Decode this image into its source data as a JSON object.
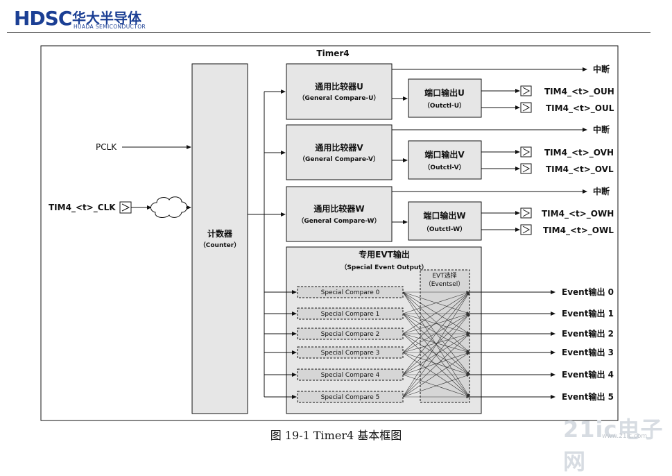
{
  "logo": {
    "brand": "HDSC",
    "cn": "华大半导体",
    "en": "HUADA SEMICONDUCTOR"
  },
  "diagram": {
    "title": "Timer4",
    "pclk": "PCLK",
    "clk_in": "TIM4_<t>_CLK",
    "counter": {
      "cn": "计数器",
      "en": "（Counter）"
    },
    "compares": [
      {
        "cn": "通用比较器U",
        "en": "（General Compare-U）",
        "port_cn": "端口输出U",
        "port_en": "（Outctl-U）",
        "irq": "中断",
        "out_h": "TIM4_<t>_OUH",
        "out_l": "TIM4_<t>_OUL"
      },
      {
        "cn": "通用比较器V",
        "en": "（General Compare-V）",
        "port_cn": "端口输出V",
        "port_en": "（Outctl-V）",
        "irq": "中断",
        "out_h": "TIM4_<t>_OVH",
        "out_l": "TIM4_<t>_OVL"
      },
      {
        "cn": "通用比较器W",
        "en": "（General Compare-W）",
        "port_cn": "端口输出W",
        "port_en": "（Outctl-W）",
        "irq": "中断",
        "out_h": "TIM4_<t>_OWH",
        "out_l": "TIM4_<t>_OWL"
      }
    ],
    "evt": {
      "cn": "专用EVT输出",
      "en": "（Special Event Output）",
      "sel_cn": "EVT选择",
      "sel_en": "（Eventsel）",
      "specials": [
        "Special Compare 0",
        "Special Compare 1",
        "Special Compare 2",
        "Special Compare 3",
        "Special Compare 4",
        "Special Compare 5"
      ],
      "outputs": [
        "Event输出 0",
        "Event输出 1",
        "Event输出 2",
        "Event输出 3",
        "Event输出 4",
        "Event输出 5"
      ]
    }
  },
  "caption": "图  19-1    Timer4 基本框图",
  "watermark": {
    "text": "21ic电子网",
    "url": "www.21ic.com"
  }
}
